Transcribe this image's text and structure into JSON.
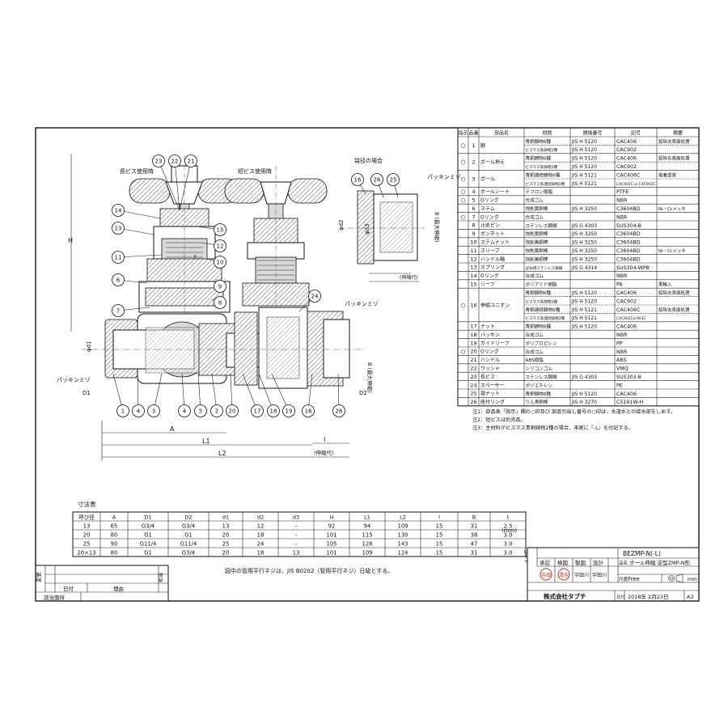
{
  "drawing": {
    "label_long_screw": "長ビス使用時",
    "label_short_screw": "短ビス使用時",
    "label_nut_case": "袋径の場合",
    "label_packing_left": "パッキンミゾ",
    "label_packing_right": "パッキンミゾ",
    "label_packing_nut": "パッキンミゾ",
    "label_stroke": "(伸縮代)",
    "label_stroke_small": "(伸縮代)",
    "label_B_max": "B (最大伸縮)",
    "label_B_max2": "B (最大伸縮)",
    "dim_H": "H",
    "dim_A": "A",
    "dim_L1": "L1",
    "dim_L2": "L2",
    "dim_l": "l",
    "dim_D1": "D1",
    "dim_D2": "D2",
    "dim_d1": "φd1",
    "dim_d2": "φd2",
    "dim_d3": "φd3",
    "dim_t": "t",
    "bubbles_top": [
      "23",
      "22",
      "21"
    ],
    "bubbles_left": [
      "14",
      "13",
      "11",
      "6",
      "7"
    ],
    "bubbles_right": [
      "15",
      "12",
      "10",
      "9",
      "8",
      "24"
    ],
    "bubbles_bottom": [
      "1",
      "4",
      "3",
      "4",
      "5",
      "2",
      "20",
      "17",
      "18",
      "19",
      "16",
      "26"
    ],
    "bubbles_detail": [
      "16",
      "26",
      "25"
    ],
    "note_bottom": "図中の管用平行ネジは、JIS B0202（管用平行ネジ）日級とする。"
  },
  "parts": {
    "headers": [
      "指示",
      "品番",
      "部品名",
      "材質",
      "規格番号",
      "記号",
      "摘要"
    ],
    "rows": [
      {
        "mark": "○",
        "no": "1",
        "name": "胴",
        "mat": [
          "青銅鋳物6種",
          "ビスマス系鋳物2種"
        ],
        "std": [
          "JIS H 5120",
          "JIS H 5120"
        ],
        "sym": [
          "CAC406",
          "CAC902"
        ],
        "note": [
          "鉛除去表面処理",
          ""
        ]
      },
      {
        "mark": "○",
        "no": "2",
        "name": "ボール押え",
        "mat": [
          "青銅鋳物6種",
          "ビスマス系鋳物2種"
        ],
        "std": [
          "JIS H 5120",
          "JIS H 5120"
        ],
        "sym": [
          "CAC406",
          "CAC902"
        ],
        "note": [
          "鉛除去表面処理",
          ""
        ]
      },
      {
        "mark": "○",
        "no": "3",
        "name": "ボール",
        "mat": [
          "青銅連続鋳物6種",
          "ビスマス系連続鋳物2種"
        ],
        "std": [
          "JIS H 5121",
          "JIS H 5121"
        ],
        "sym": [
          "CAC406C",
          "CAC902C or CAC903C"
        ],
        "note": [
          "電着塗装",
          ""
        ]
      },
      {
        "mark": "○",
        "no": "4",
        "name": "ボールシート",
        "mat": [
          "テフロン樹脂"
        ],
        "std": [
          ""
        ],
        "sym": [
          "PTFE"
        ],
        "note": [
          ""
        ]
      },
      {
        "mark": "○",
        "no": "5",
        "name": "Oリング",
        "mat": [
          "合成ゴム"
        ],
        "std": [
          ""
        ],
        "sym": [
          "NBR"
        ],
        "note": [
          ""
        ]
      },
      {
        "mark": "",
        "no": "6",
        "name": "ステム",
        "mat": [
          "快削黄銅棒"
        ],
        "std": [
          "JIS H 3250"
        ],
        "sym": [
          "C3604BD"
        ],
        "note": [
          "Ni・Crメッキ"
        ]
      },
      {
        "mark": "○",
        "no": "7",
        "name": "Oリング",
        "mat": [
          "合成ゴム"
        ],
        "std": [
          ""
        ],
        "sym": [
          "NBR"
        ],
        "note": [
          ""
        ]
      },
      {
        "mark": "",
        "no": "8",
        "name": "止めピン",
        "mat": [
          "ステンレス鋼線"
        ],
        "std": [
          "JIS G 4303"
        ],
        "sym": [
          "SUS304-B"
        ],
        "note": [
          ""
        ]
      },
      {
        "mark": "",
        "no": "9",
        "name": "ボンネット",
        "mat": [
          "快削黄銅棒"
        ],
        "std": [
          "JIS H 3250"
        ],
        "sym": [
          "C3604BD"
        ],
        "note": [
          ""
        ]
      },
      {
        "mark": "",
        "no": "10",
        "name": "ステムナット",
        "mat": [
          "快削黄銅棒"
        ],
        "std": [
          "JIS H 3250"
        ],
        "sym": [
          "C3604BD"
        ],
        "note": [
          ""
        ]
      },
      {
        "mark": "",
        "no": "11",
        "name": "スリーブ",
        "mat": [
          "快削黄銅棒"
        ],
        "std": [
          "JIS H 3250"
        ],
        "sym": [
          "C3604BD"
        ],
        "note": [
          "Ni・Crメッキ"
        ]
      },
      {
        "mark": "",
        "no": "12",
        "name": "ハンドル軸",
        "mat": [
          "快削黄銅棒"
        ],
        "std": [
          "JIS H 3250"
        ],
        "sym": [
          "C3604BD"
        ],
        "note": [
          ""
        ]
      },
      {
        "mark": "",
        "no": "13",
        "name": "スプリング",
        "mat": [
          "ばね用ステンレス鋼線"
        ],
        "std": [
          "JIS G 4314"
        ],
        "sym": [
          "SUS304-WPB"
        ],
        "note": [
          ""
        ]
      },
      {
        "mark": "",
        "no": "14",
        "name": "Oリング",
        "mat": [
          "合成ゴム"
        ],
        "std": [
          ""
        ],
        "sym": [
          "NBR"
        ],
        "note": [
          ""
        ]
      },
      {
        "mark": "",
        "no": "15",
        "name": "リーフ",
        "mat": [
          "ポリアミド樹脂"
        ],
        "std": [
          ""
        ],
        "sym": [
          "PA"
        ],
        "note": [
          "黒輸入"
        ]
      },
      {
        "mark": "○",
        "no": "16",
        "name": "伸縮ユニオン",
        "mat": [
          "青銅鋳物6種",
          "ビスマス系鋳物2種",
          "青銅連続鋳物6種",
          "ビスマス系連続鋳物2種"
        ],
        "std": [
          "JIS H 5120",
          "JIS H 5120",
          "JIS H 5121",
          "JIS H 5121"
        ],
        "sym": [
          "CAC406",
          "CAC902",
          "CAC406C",
          "CAC902Cor903C"
        ],
        "note": [
          "鉛除去表面処理",
          "",
          "鉛除去表面処理",
          ""
        ]
      },
      {
        "mark": "",
        "no": "17",
        "name": "ナット",
        "mat": [
          "青銅鋳物6種"
        ],
        "std": [
          "JIS H 5120"
        ],
        "sym": [
          "CAC406"
        ],
        "note": [
          ""
        ]
      },
      {
        "mark": "",
        "no": "18",
        "name": "パッキン",
        "mat": [
          "合成ゴム"
        ],
        "std": [
          ""
        ],
        "sym": [
          "NBR"
        ],
        "note": [
          ""
        ]
      },
      {
        "mark": "",
        "no": "19",
        "name": "ガイドリーフ",
        "mat": [
          "ポリプロピレン"
        ],
        "std": [
          ""
        ],
        "sym": [
          "PP"
        ],
        "note": [
          ""
        ]
      },
      {
        "mark": "○",
        "no": "20",
        "name": "Oリング",
        "mat": [
          "合成ゴム"
        ],
        "std": [
          ""
        ],
        "sym": [
          "NBR"
        ],
        "note": [
          ""
        ]
      },
      {
        "mark": "",
        "no": "21",
        "name": "ハンドル",
        "mat": [
          "ABS樹脂"
        ],
        "std": [
          ""
        ],
        "sym": [
          "ABS"
        ],
        "note": [
          ""
        ]
      },
      {
        "mark": "",
        "no": "22",
        "name": "ワッシャ",
        "mat": [
          "シリコンゴム"
        ],
        "std": [
          ""
        ],
        "sym": [
          "VMQ"
        ],
        "note": [
          ""
        ]
      },
      {
        "mark": "",
        "no": "23",
        "name": "長ビス",
        "mat": [
          "ステンレス鋼線"
        ],
        "std": [
          "JIS G 4303"
        ],
        "sym": [
          "SUS303-B"
        ],
        "note": [
          ""
        ]
      },
      {
        "mark": "",
        "no": "24",
        "name": "スペーサー",
        "mat": [
          "ポリエチレン"
        ],
        "std": [
          ""
        ],
        "sym": [
          "PE"
        ],
        "note": [
          ""
        ]
      },
      {
        "mark": "",
        "no": "25",
        "name": "袋ナット",
        "mat": [
          "青銅鋳物6種"
        ],
        "std": [
          "JIS H 5120"
        ],
        "sym": [
          "CAC406"
        ],
        "note": [
          ""
        ]
      },
      {
        "mark": "",
        "no": "26",
        "name": "座付リング",
        "mat": [
          "りん青銅棒"
        ],
        "std": [
          "JIS H 3270"
        ],
        "sym": [
          "C5191W-H"
        ],
        "note": [
          ""
        ]
      }
    ],
    "notes": [
      "注1：部品表「指示」欄の○印及び 部品引出し番号の○印は、水道水との接水部をしめす。",
      "注2：短ビスは別売品。",
      "注3：主材料がビスマス青銅鋳物2種の場合、末尾に『-L』を付記する。"
    ]
  },
  "dims": {
    "title": "寸法表",
    "unit": "(mm)",
    "headers": [
      "呼び径",
      "A",
      "D1",
      "D2",
      "d1",
      "d2",
      "d3",
      "H",
      "L1",
      "L2",
      "l",
      "B",
      "t"
    ],
    "rows": [
      [
        "13",
        "65",
        "G3/4",
        "G3/4",
        "13",
        "12",
        "-",
        "92",
        "94",
        "109",
        "15",
        "31",
        "2.5"
      ],
      [
        "20",
        "80",
        "G1",
        "G1",
        "20",
        "18",
        "-",
        "101",
        "115",
        "130",
        "15",
        "38",
        "3.0"
      ],
      [
        "25",
        "90",
        "G11/4",
        "G11/4",
        "25",
        "24",
        "-",
        "105",
        "128",
        "143",
        "15",
        "47",
        "3.0"
      ],
      [
        "20×13",
        "80",
        "G1",
        "G3/4",
        "20",
        "18",
        "13",
        "101",
        "109",
        "124",
        "15",
        "31",
        "3.0"
      ]
    ]
  },
  "revision": {
    "side_label": "変更",
    "date_label": "日付",
    "reason_label": "理由",
    "person_label": "担当",
    "apply_label": "該当箇所"
  },
  "title_block": {
    "code_label": "コード",
    "code": "BEZMP-N(-L)",
    "name_label": "品名",
    "name": "ボール伸縮 逆型ZMP-N形",
    "scale_label": "尺度",
    "scale": "Free",
    "unit": "mm",
    "date_label": "日付",
    "date": "2018年 2月23日",
    "sheet": "A3",
    "roles": [
      "承認",
      "検図",
      "製図",
      "設計"
    ],
    "stamp1": "寺田",
    "stamp2": "清永",
    "name1": "宇田川",
    "name2": "宇田川",
    "company": "株式会社タブチ"
  }
}
